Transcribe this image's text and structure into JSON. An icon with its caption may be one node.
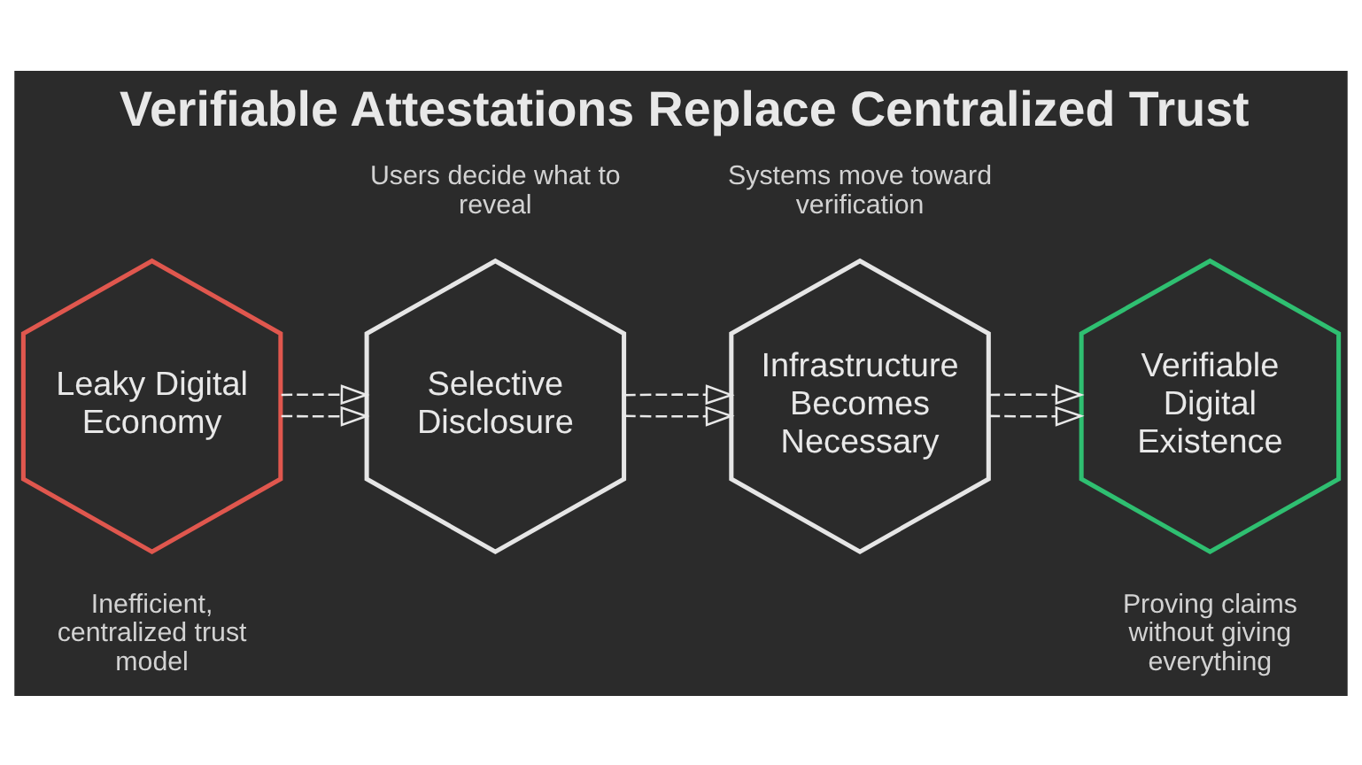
{
  "diagram": {
    "title": "Verifiable Attestations Replace Centralized Trust",
    "nodes": [
      {
        "text": [
          "Leaky Digital Economy"
        ],
        "beside": [
          "Inefficient, centralized trust model"
        ]
      },
      {
        "text": [
          "Selective Disclosure"
        ],
        "beside": [
          "Users decide what to reveal"
        ]
      },
      {
        "text": [
          "Infrastructure Becomes Necessary"
        ],
        "beside": [
          "Systems move toward verification"
        ]
      },
      {
        "text": [
          "Verifiable Digital Existence"
        ],
        "beside": [
          "Proving claims without giving everything"
        ]
      }
    ],
    "edges": [
      {
        "from": 0,
        "to": 1,
        "arrow": "to",
        "style": "dashed"
      },
      {
        "from": 1,
        "to": 2,
        "arrow": "to",
        "style": "dashed"
      },
      {
        "from": 2,
        "to": 3,
        "arrow": "to",
        "style": "dashed"
      },
      {
        "from": 0,
        "to": 1,
        "arrow": "to",
        "style": "dashed"
      },
      {
        "from": 1,
        "to": 2,
        "arrow": "to",
        "style": "dashed"
      },
      {
        "from": 2,
        "to": 3,
        "arrow": "to",
        "style": "dashed"
      }
    ]
  }
}
